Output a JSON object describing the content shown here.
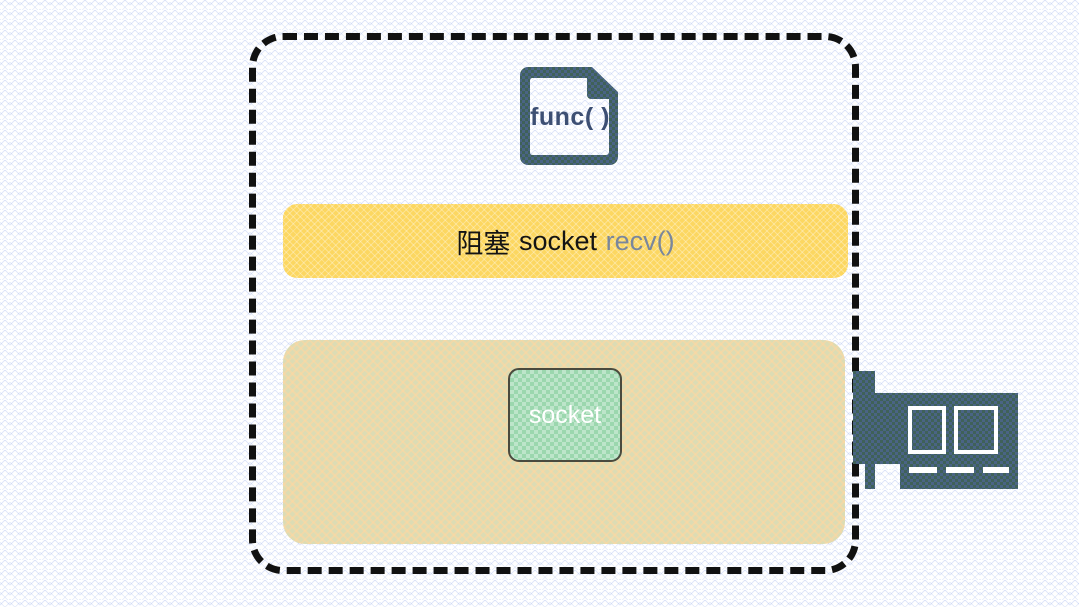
{
  "diagram": {
    "title": "Blocking socket recv() in a process",
    "background_color": "#ffffff",
    "texture": "light blue cross-hatch paper"
  },
  "process_boundary": {
    "label": "process-boundary",
    "style": "dashed rounded rectangle",
    "color": "#111111"
  },
  "func_icon": {
    "label": "func( )",
    "icon": "document-icon",
    "color": "#3d4f73"
  },
  "blocking_bar": {
    "text_primary": "阻塞",
    "text_middle": "socket",
    "text_dim": "recv()",
    "fill": "#fcd761",
    "text_color": "#141414",
    "dim_color": "#7a879c"
  },
  "kernel_box": {
    "label": "kernel-buffer-area",
    "fill": "#dcdcb4"
  },
  "socket_box": {
    "label": "socket",
    "fill": "#9bd7ae",
    "border": "#4a4a3e",
    "text_color": "#ffffff"
  },
  "nic_card": {
    "label": "network-interface-card",
    "ports": 2,
    "pins": 3,
    "fill": "#4a6485"
  }
}
